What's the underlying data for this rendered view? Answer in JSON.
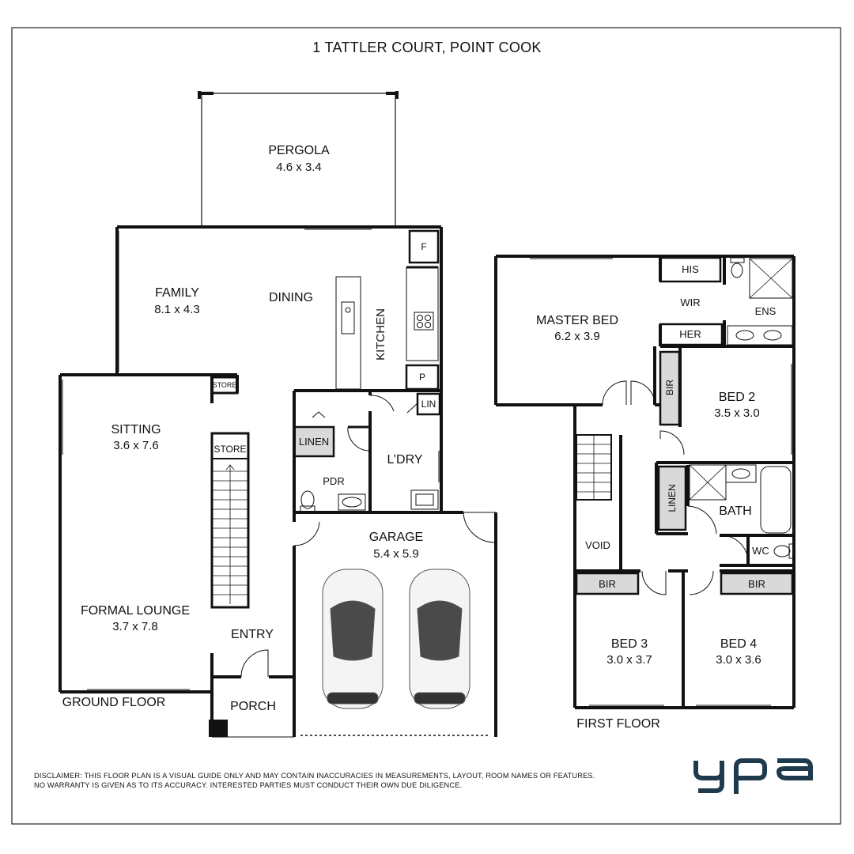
{
  "title": "1 TATTLER COURT, POINT COOK",
  "ground_floor": {
    "label": "GROUND FLOOR",
    "rooms": {
      "pergola": {
        "name": "PERGOLA",
        "size": "4.6 x 3.4"
      },
      "family": {
        "name": "FAMILY",
        "size": "8.1 x 4.3"
      },
      "dining": {
        "name": "DINING"
      },
      "kitchen": {
        "name": "KITCHEN"
      },
      "fridge": {
        "name": "F"
      },
      "pantry": {
        "name": "P"
      },
      "lin": {
        "name": "LIN"
      },
      "store_top": {
        "name": "STORE"
      },
      "store_stair": {
        "name": "STORE"
      },
      "sitting": {
        "name": "SITTING",
        "size": "3.6 x 7.6"
      },
      "linen": {
        "name": "LINEN"
      },
      "pdr": {
        "name": "PDR"
      },
      "laundry": {
        "name": "L’DRY"
      },
      "garage": {
        "name": "GARAGE",
        "size": "5.4 x 5.9"
      },
      "formal_lounge": {
        "name": "FORMAL LOUNGE",
        "size": "3.7 x 7.8"
      },
      "entry": {
        "name": "ENTRY"
      },
      "porch": {
        "name": "PORCH"
      }
    }
  },
  "first_floor": {
    "label": "FIRST FLOOR",
    "rooms": {
      "master_bed": {
        "name": "MASTER BED",
        "size": "6.2 x 3.9"
      },
      "his": {
        "name": "HIS"
      },
      "wir": {
        "name": "WIR"
      },
      "her": {
        "name": "HER"
      },
      "ens": {
        "name": "ENS"
      },
      "bir_bed2": {
        "name": "BIR"
      },
      "bed2": {
        "name": "BED 2",
        "size": "3.5 x 3.0"
      },
      "linen": {
        "name": "LINEN"
      },
      "bath": {
        "name": "BATH"
      },
      "void": {
        "name": "VOID"
      },
      "wc": {
        "name": "WC"
      },
      "bir_bed3": {
        "name": "BIR"
      },
      "bir_bed4": {
        "name": "BIR"
      },
      "bed3": {
        "name": "BED 3",
        "size": "3.0 x 3.7"
      },
      "bed4": {
        "name": "BED 4",
        "size": "3.0 x 3.6"
      }
    }
  },
  "disclaimer": {
    "line1": "DISCLAIMER: THIS FLOOR PLAN IS A VISUAL GUIDE ONLY AND MAY CONTAIN INACCURACIES IN MEASUREMENTS, LAYOUT, ROOM NAMES OR FEATURES.",
    "line2": "NO WARRANTY IS GIVEN AS TO ITS ACCURACY. INTERESTED PARTIES MUST CONDUCT THEIR OWN DUE DILIGENCE."
  },
  "brand": {
    "logo_text": "ypa",
    "color": "#1f3a4d"
  },
  "colors": {
    "wall": "#111111",
    "fixture_fill": "#d9d9d9",
    "car_body": "#f2f2f2",
    "car_glass": "#4a4a4a"
  }
}
